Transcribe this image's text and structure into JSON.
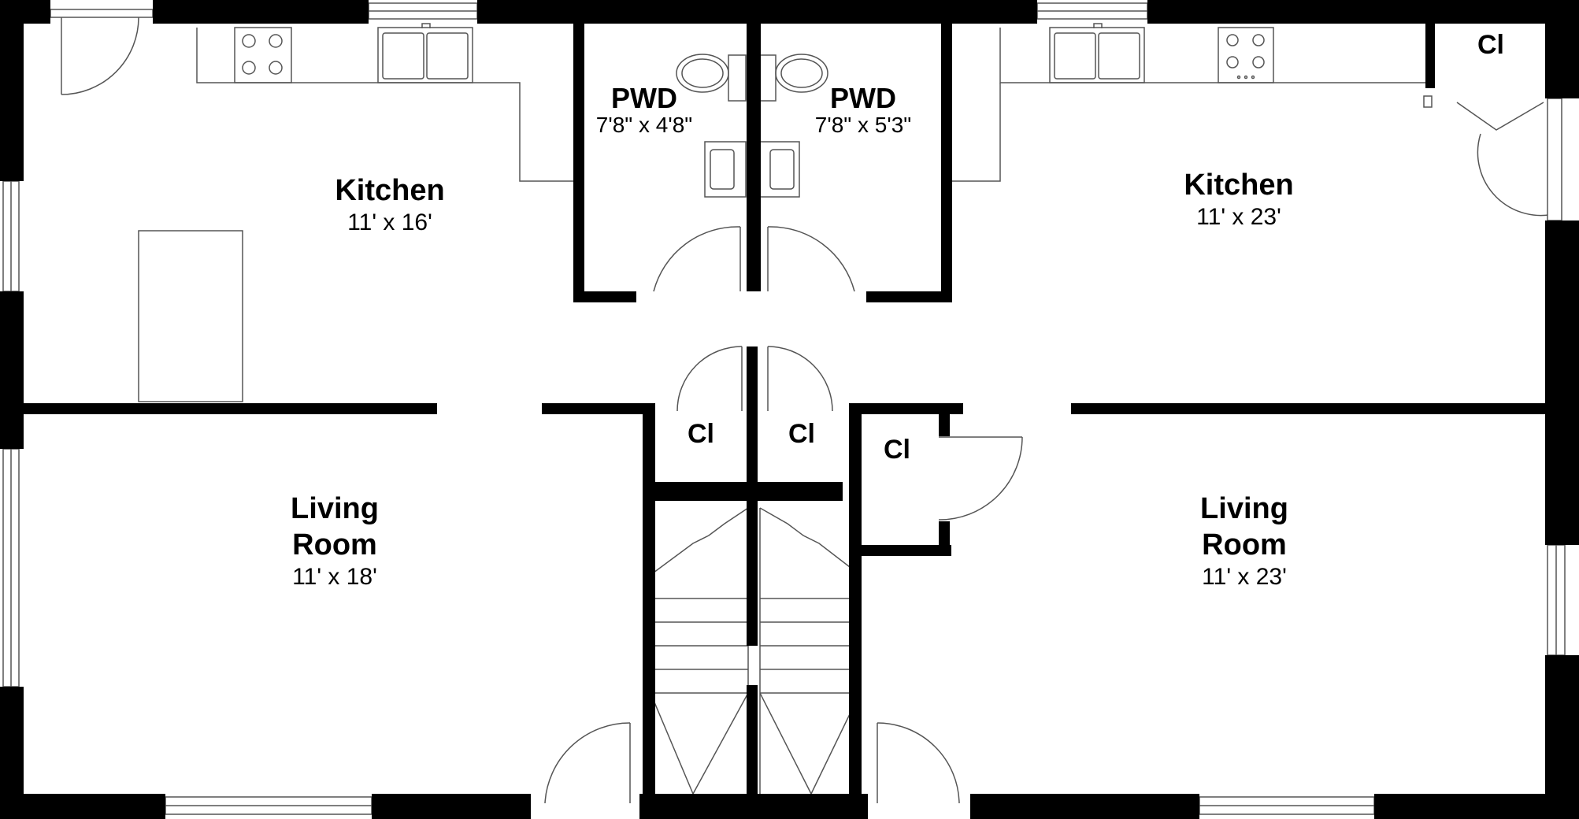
{
  "rooms": {
    "kitchen_left": {
      "name": "Kitchen",
      "dims": "11' x 16'"
    },
    "pwd_left": {
      "name": "PWD",
      "dims": "7'8\" x 4'8\""
    },
    "pwd_right": {
      "name": "PWD",
      "dims": "7'8\" x 5'3\""
    },
    "kitchen_right": {
      "name": "Kitchen",
      "dims": "11' x 23'"
    },
    "living_left": {
      "name_line1": "Living",
      "name_line2": "Room",
      "dims": "11' x 18'"
    },
    "living_right": {
      "name_line1": "Living",
      "name_line2": "Room",
      "dims": "11' x 23'"
    }
  },
  "closets": {
    "top_right": "Cl",
    "hall_left": "Cl",
    "hall_mid": "Cl",
    "hall_right": "Cl"
  },
  "colors": {
    "wall": "#000000",
    "line": "#555555",
    "background": "#ffffff"
  }
}
